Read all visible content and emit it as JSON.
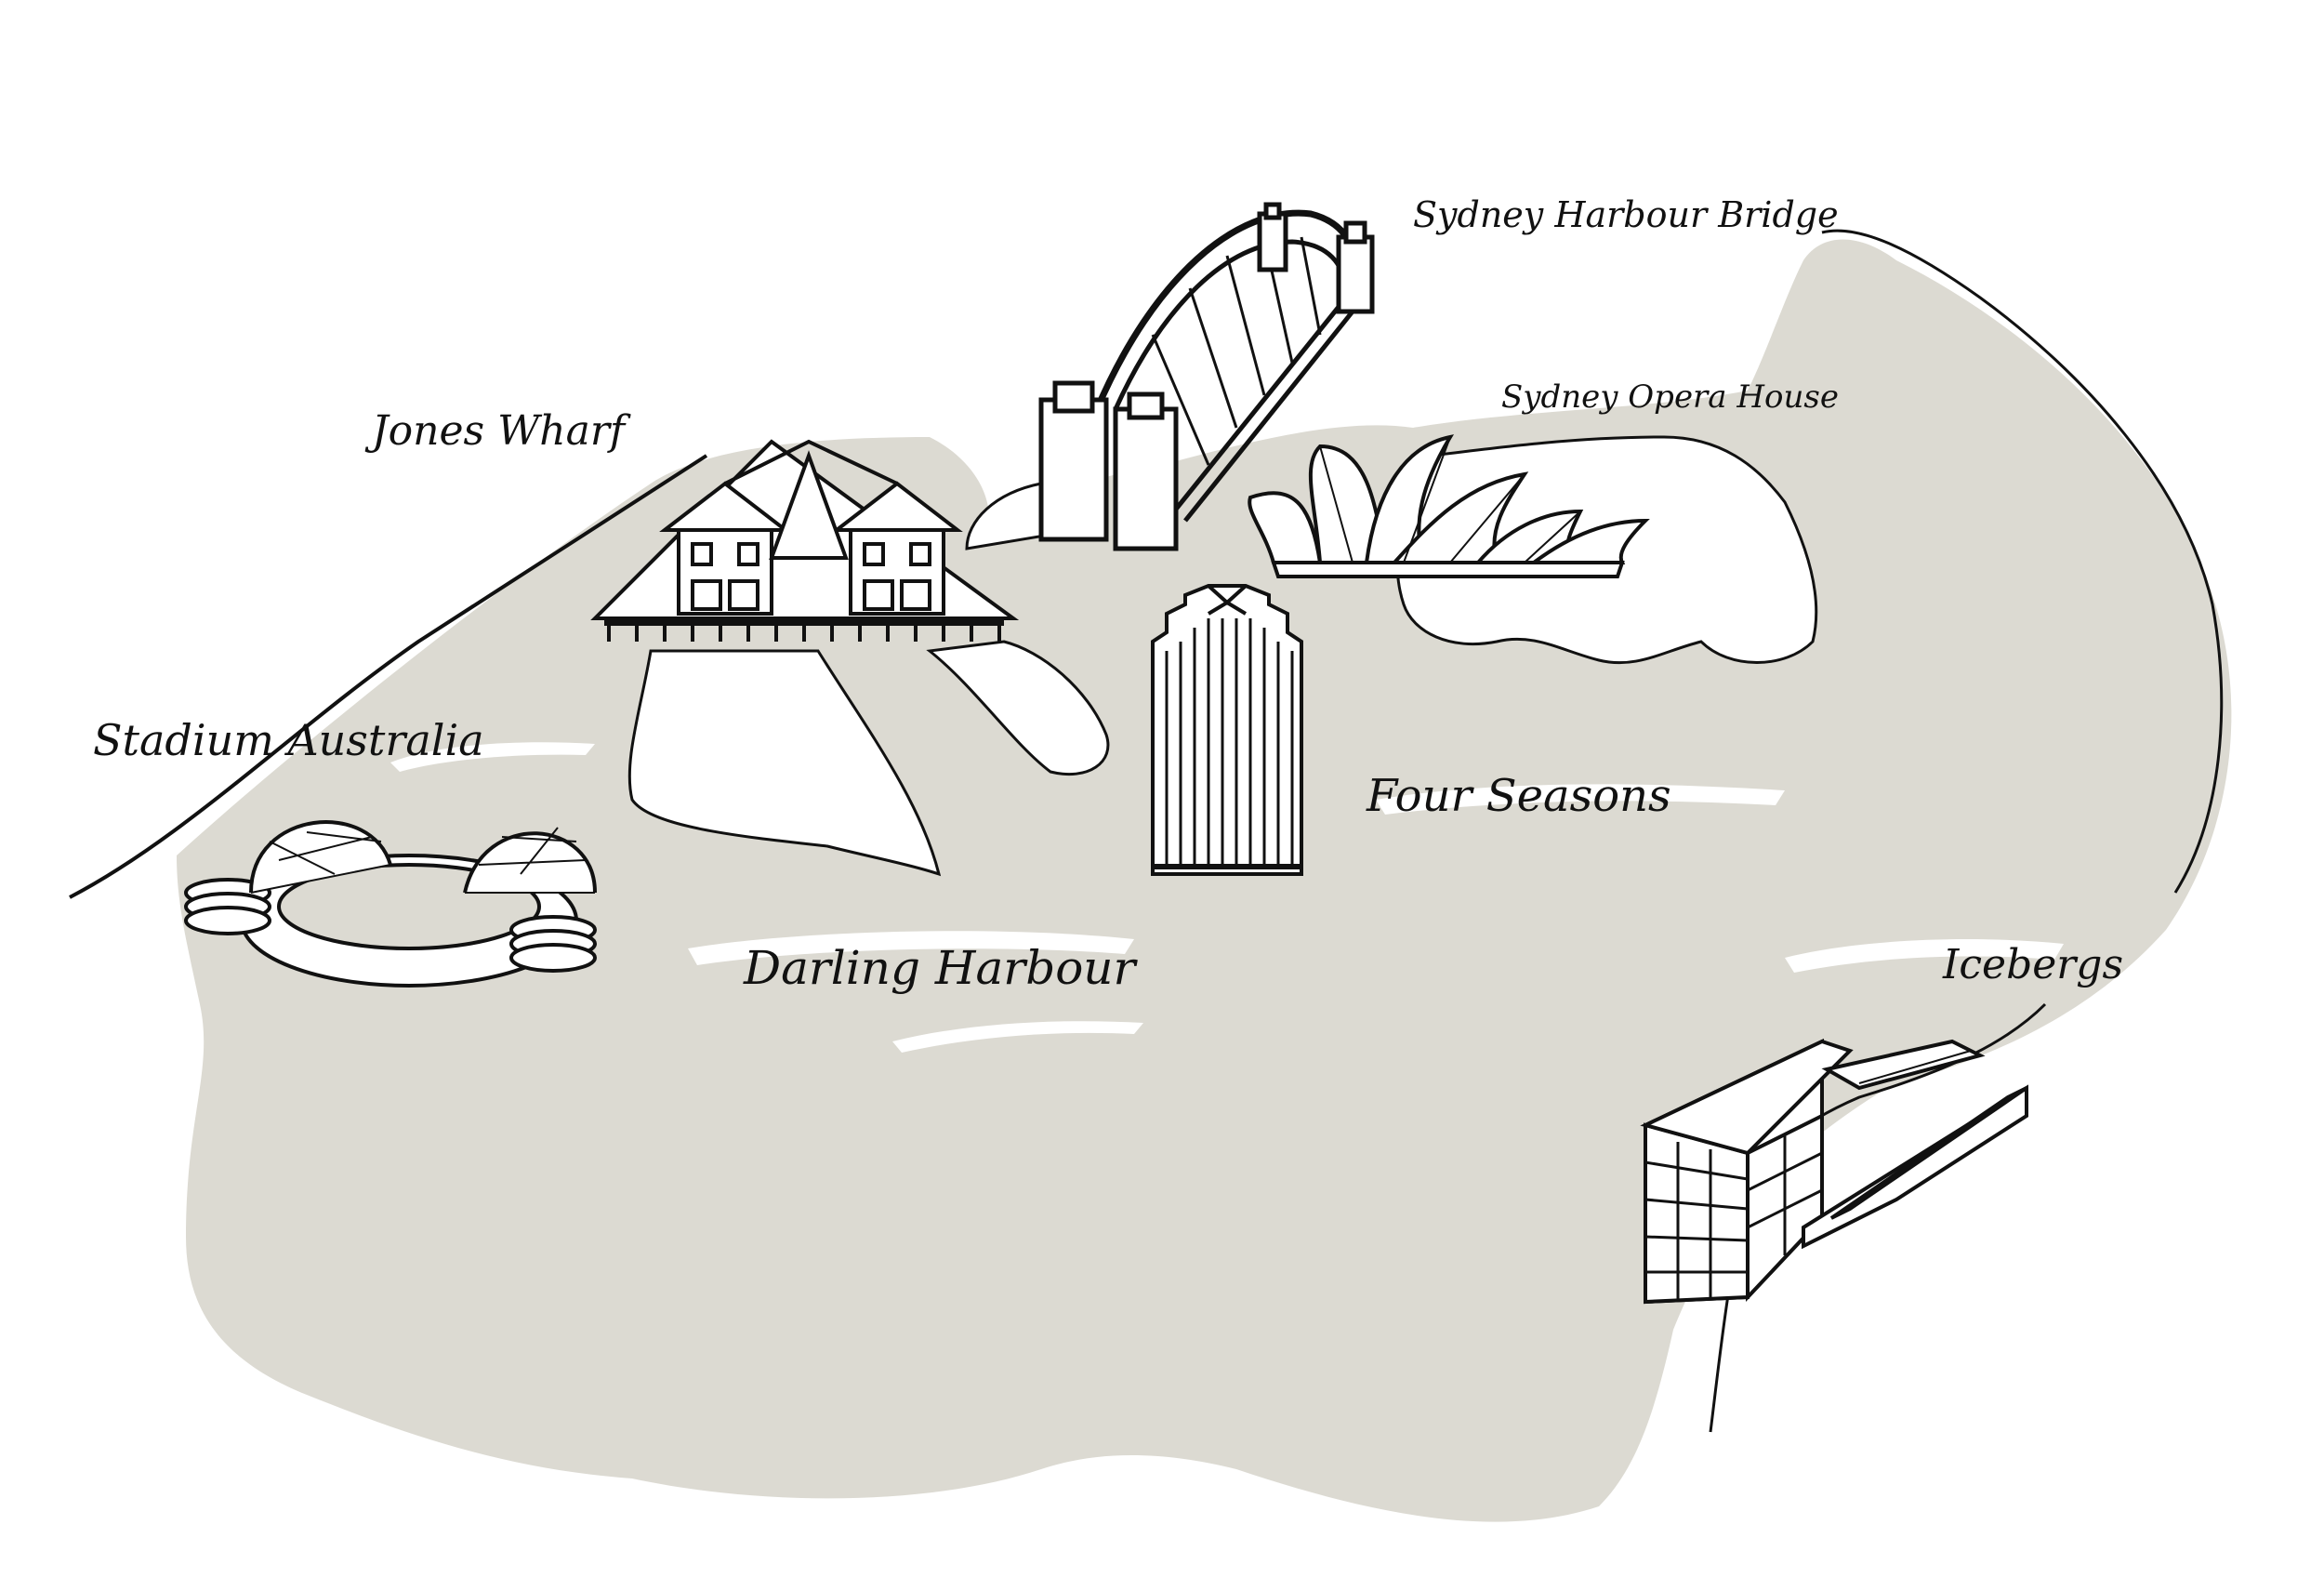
{
  "map": {
    "colors": {
      "land": "#dcdad2",
      "ink": "#111111",
      "paper": "#ffffff"
    },
    "labels": {
      "sydney_harbour_bridge": "Sydney Harbour Bridge",
      "sydney_opera_house": "Sydney Opera House",
      "jones_wharf": "Jones Wharf",
      "stadium_australia": "Stadium Australia",
      "four_seasons": "Four Seasons",
      "darling_harbour": "Darling Harbour",
      "icebergs": "Icebergs"
    },
    "icons": [
      "stadium-icon",
      "wharf-building-icon",
      "harbour-bridge-icon",
      "opera-house-icon",
      "four-seasons-tower-icon",
      "icebergs-pool-icon"
    ]
  }
}
